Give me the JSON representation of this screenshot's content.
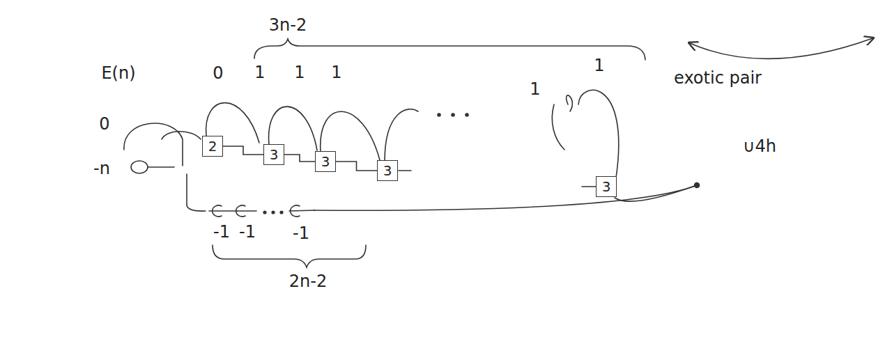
{
  "diagram": {
    "nodes": [
      {
        "text": [
          "2"
        ]
      },
      {
        "text": [
          "3"
        ]
      },
      {
        "text": [
          "3"
        ]
      },
      {
        "text": [
          "3"
        ]
      },
      {
        "text": [
          "3"
        ]
      }
    ],
    "edges": [
      {
        "from": 0,
        "to": 1,
        "arrow": "none"
      },
      {
        "from": 1,
        "to": 2,
        "arrow": "none"
      },
      {
        "from": 2,
        "to": 3,
        "arrow": "none"
      }
    ],
    "labels": [
      "3n-2",
      "exotic pair",
      "E(n)",
      "0",
      "1",
      "1",
      "1",
      "1",
      "1",
      "0",
      "-n",
      "-1",
      "-1",
      "-1",
      "2n-2",
      "∪4h"
    ]
  }
}
